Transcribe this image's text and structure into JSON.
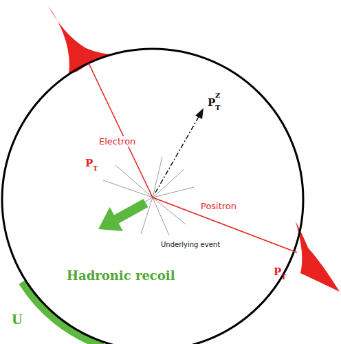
{
  "diagram": {
    "labels": [
      "Electron",
      "P",
      "T",
      "P",
      "T",
      "Z",
      "Positron",
      "Underlying event",
      "P",
      "T",
      "Hadronic recoil",
      "U"
    ]
  }
}
